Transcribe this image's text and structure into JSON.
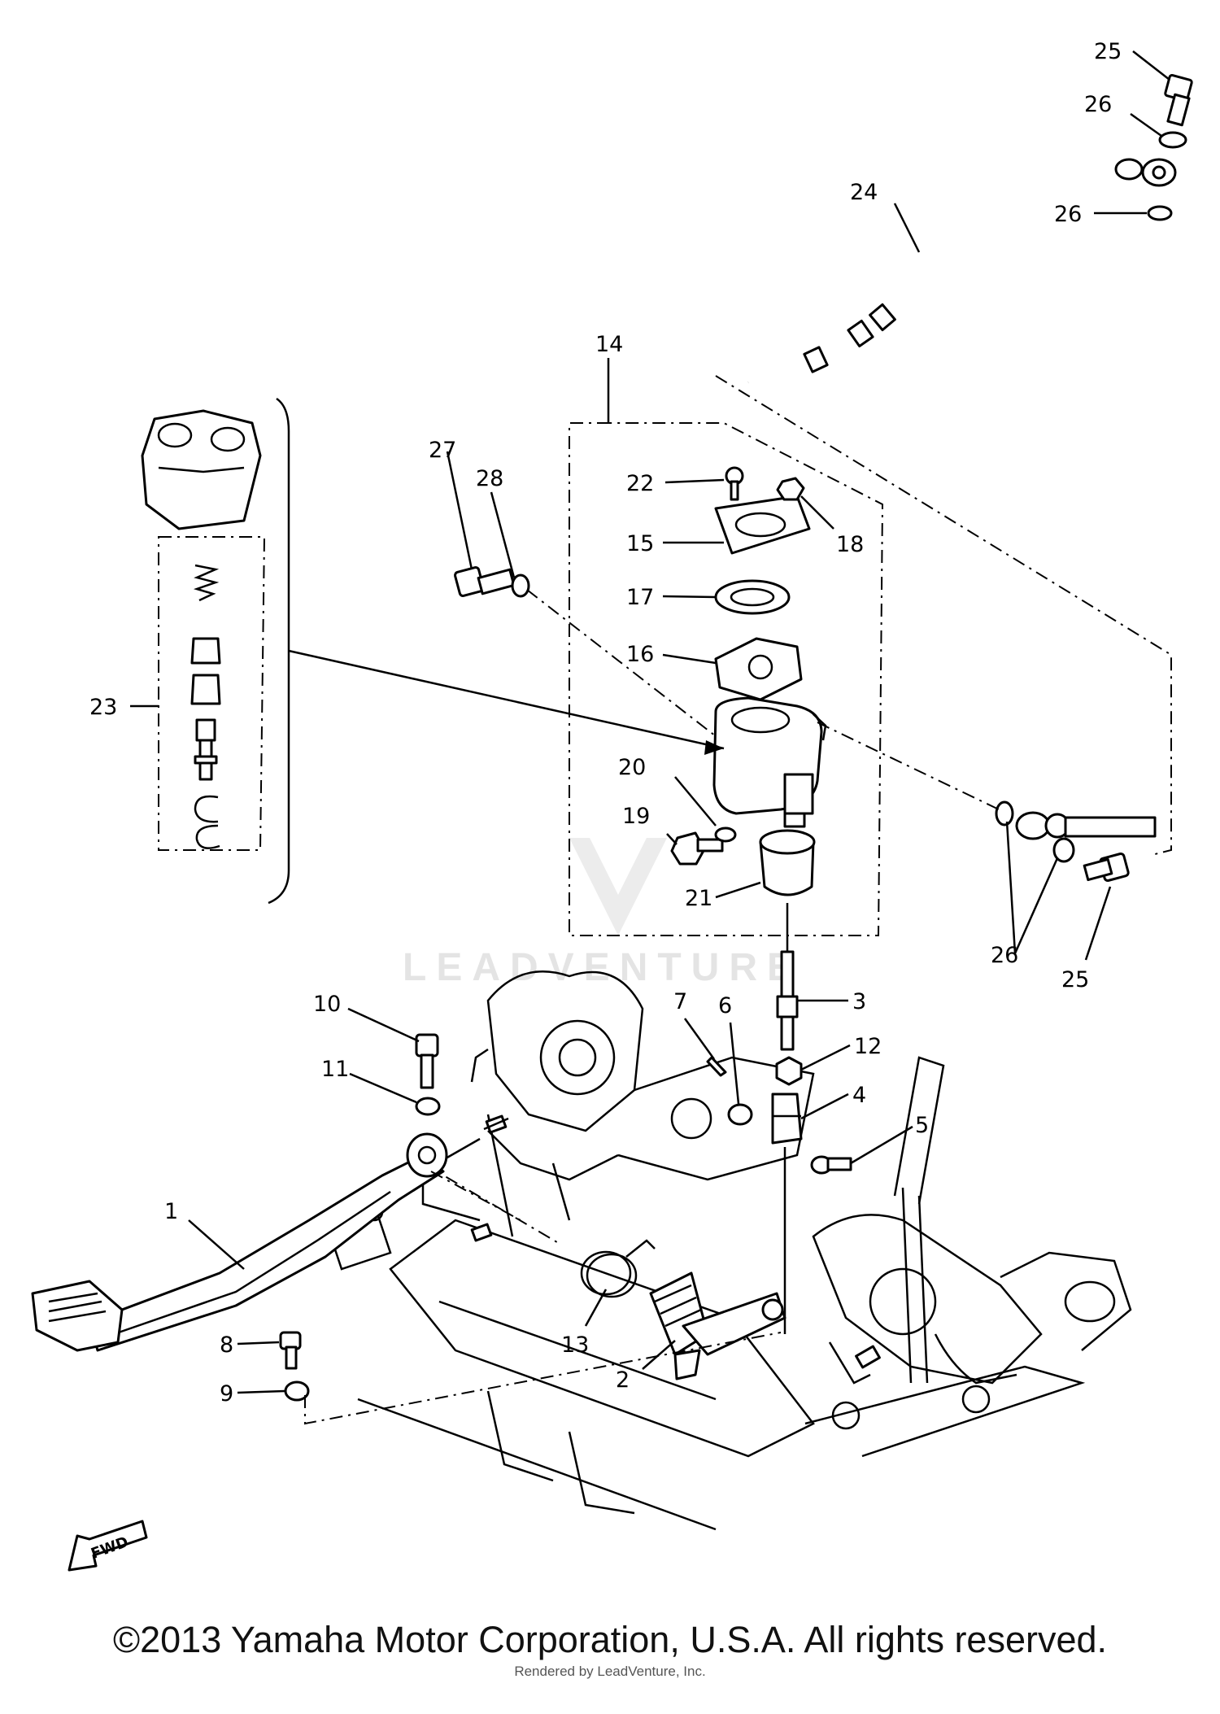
{
  "watermark": "LEADVENTURE",
  "fwd_label": "FWD",
  "footer": {
    "copyright": "©2013 Yamaha Motor Corporation, U.S.A. All rights reserved.",
    "rendered_by": "Rendered by LeadVenture, Inc."
  },
  "callouts": [
    "1",
    "2",
    "3",
    "4",
    "5",
    "6",
    "7",
    "8",
    "9",
    "10",
    "11",
    "12",
    "13",
    "14",
    "15",
    "16",
    "17",
    "18",
    "19",
    "20",
    "21",
    "22",
    "23",
    "24",
    "25",
    "26",
    "27",
    "28"
  ]
}
